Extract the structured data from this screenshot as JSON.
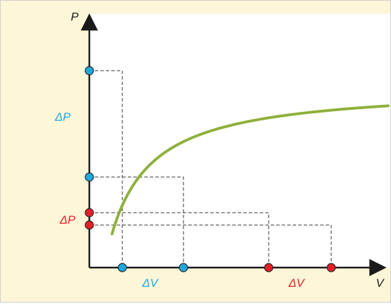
{
  "axes": {
    "y_label": "P",
    "x_label": "V"
  },
  "annotations": {
    "delta_p_blue": "ΔP",
    "delta_p_red": "ΔP",
    "delta_v_blue": "ΔV",
    "delta_v_red": "ΔV"
  },
  "colors": {
    "panel_background": "#fdf6d8",
    "plot_background": "#ffffff",
    "curve": "#8fb03a",
    "axis": "#1a1a1a",
    "blue": "#1fa8e0",
    "red": "#e3202a"
  }
}
